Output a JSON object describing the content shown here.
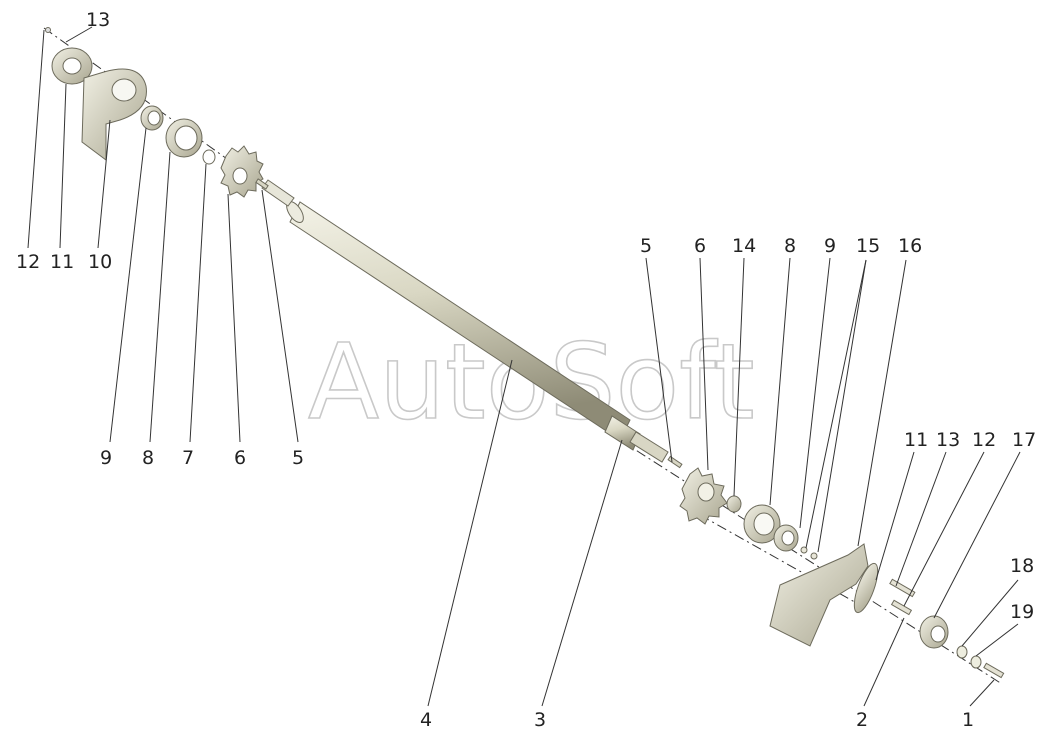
{
  "watermark": "AutoSoft",
  "callouts": {
    "top_left": [
      "13",
      "12",
      "11",
      "10"
    ],
    "middle_left": [
      "9",
      "8",
      "7",
      "6",
      "5"
    ],
    "right_top": [
      "5",
      "6",
      "14",
      "8",
      "9",
      "15",
      "16"
    ],
    "right_mid": [
      "11",
      "13",
      "12",
      "17",
      "18",
      "19"
    ],
    "bottom": [
      "4",
      "3",
      "2",
      "1"
    ]
  },
  "colors": {
    "part_light": "#e6e4d3",
    "part_mid": "#c9c6b0",
    "part_dark": "#8f8c78",
    "lines": "#333333",
    "labels": "#222222"
  }
}
